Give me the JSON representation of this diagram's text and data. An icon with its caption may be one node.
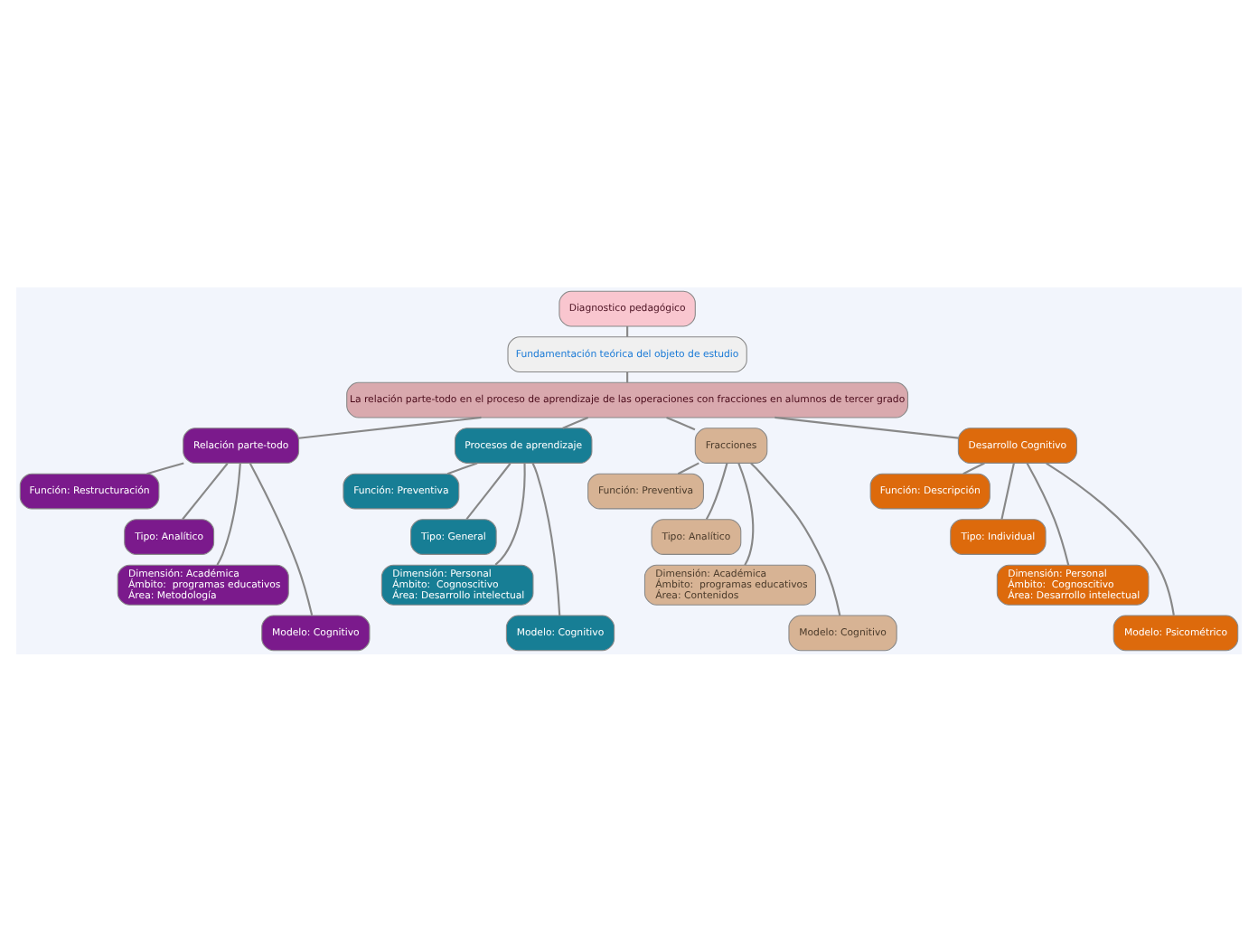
{
  "diagram": {
    "nodes": [
      {
        "text": [
          "Diagnostico pedagógico"
        ]
      },
      {
        "text": [
          "Fundamentación teórica del objeto de estudio"
        ]
      },
      {
        "text": [
          "La relación parte-todo en el proceso de aprendizaje de las operaciones con fracciones en alumnos de tercer grado"
        ]
      },
      {
        "text": [
          "Relación parte-todo"
        ]
      },
      {
        "text": [
          "Función: Restructuración"
        ]
      },
      {
        "text": [
          "Tipo: Analítico"
        ]
      },
      {
        "text": [
          "Dimensión: Académica",
          "Ámbito:  programas educativos",
          "Área: Metodología"
        ]
      },
      {
        "text": [
          "Modelo: Cognitivo"
        ]
      },
      {
        "text": [
          "Procesos de aprendizaje"
        ]
      },
      {
        "text": [
          "Función: Preventiva"
        ]
      },
      {
        "text": [
          "Tipo: General"
        ]
      },
      {
        "text": [
          "Dimensión: Personal",
          "Ámbito:  Cognoscitivo",
          "Área: Desarrollo intelectual"
        ]
      },
      {
        "text": [
          "Modelo: Cognitivo"
        ]
      },
      {
        "text": [
          "Fracciones"
        ]
      },
      {
        "text": [
          "Función: Preventiva"
        ]
      },
      {
        "text": [
          "Tipo: Analítico"
        ]
      },
      {
        "text": [
          "Dimensión: Académica",
          "Ámbito:  programas educativos",
          "Área: Contenidos"
        ]
      },
      {
        "text": [
          "Modelo: Cognitivo"
        ]
      },
      {
        "text": [
          "Desarrollo Cognitivo"
        ]
      },
      {
        "text": [
          "Función: Descripción"
        ]
      },
      {
        "text": [
          "Tipo: Individual"
        ]
      },
      {
        "text": [
          "Dimensión: Personal",
          "Ámbito:  Cognoscitivo",
          "Área: Desarrollo intelectual"
        ]
      },
      {
        "text": [
          "Modelo: Psicométrico"
        ]
      }
    ],
    "edges": [
      {
        "from": 0,
        "to": 1,
        "arrow": "none"
      },
      {
        "from": 1,
        "to": 2,
        "arrow": "none"
      },
      {
        "from": 2,
        "to": 3,
        "arrow": "none"
      },
      {
        "from": 2,
        "to": 8,
        "arrow": "none"
      },
      {
        "from": 2,
        "to": 13,
        "arrow": "none"
      },
      {
        "from": 2,
        "to": 18,
        "arrow": "none"
      },
      {
        "from": 3,
        "to": 4,
        "arrow": "none"
      },
      {
        "from": 3,
        "to": 5,
        "arrow": "none"
      },
      {
        "from": 3,
        "to": 6,
        "arrow": "none"
      },
      {
        "from": 3,
        "to": 7,
        "arrow": "none"
      },
      {
        "from": 8,
        "to": 9,
        "arrow": "none"
      },
      {
        "from": 8,
        "to": 10,
        "arrow": "none"
      },
      {
        "from": 8,
        "to": 11,
        "arrow": "none"
      },
      {
        "from": 8,
        "to": 12,
        "arrow": "none"
      },
      {
        "from": 13,
        "to": 14,
        "arrow": "none"
      },
      {
        "from": 13,
        "to": 15,
        "arrow": "none"
      },
      {
        "from": 13,
        "to": 16,
        "arrow": "none"
      },
      {
        "from": 13,
        "to": 17,
        "arrow": "none"
      },
      {
        "from": 18,
        "to": 19,
        "arrow": "none"
      },
      {
        "from": 18,
        "to": 20,
        "arrow": "none"
      },
      {
        "from": 18,
        "to": 21,
        "arrow": "none"
      },
      {
        "from": 18,
        "to": 22,
        "arrow": "none"
      }
    ]
  }
}
